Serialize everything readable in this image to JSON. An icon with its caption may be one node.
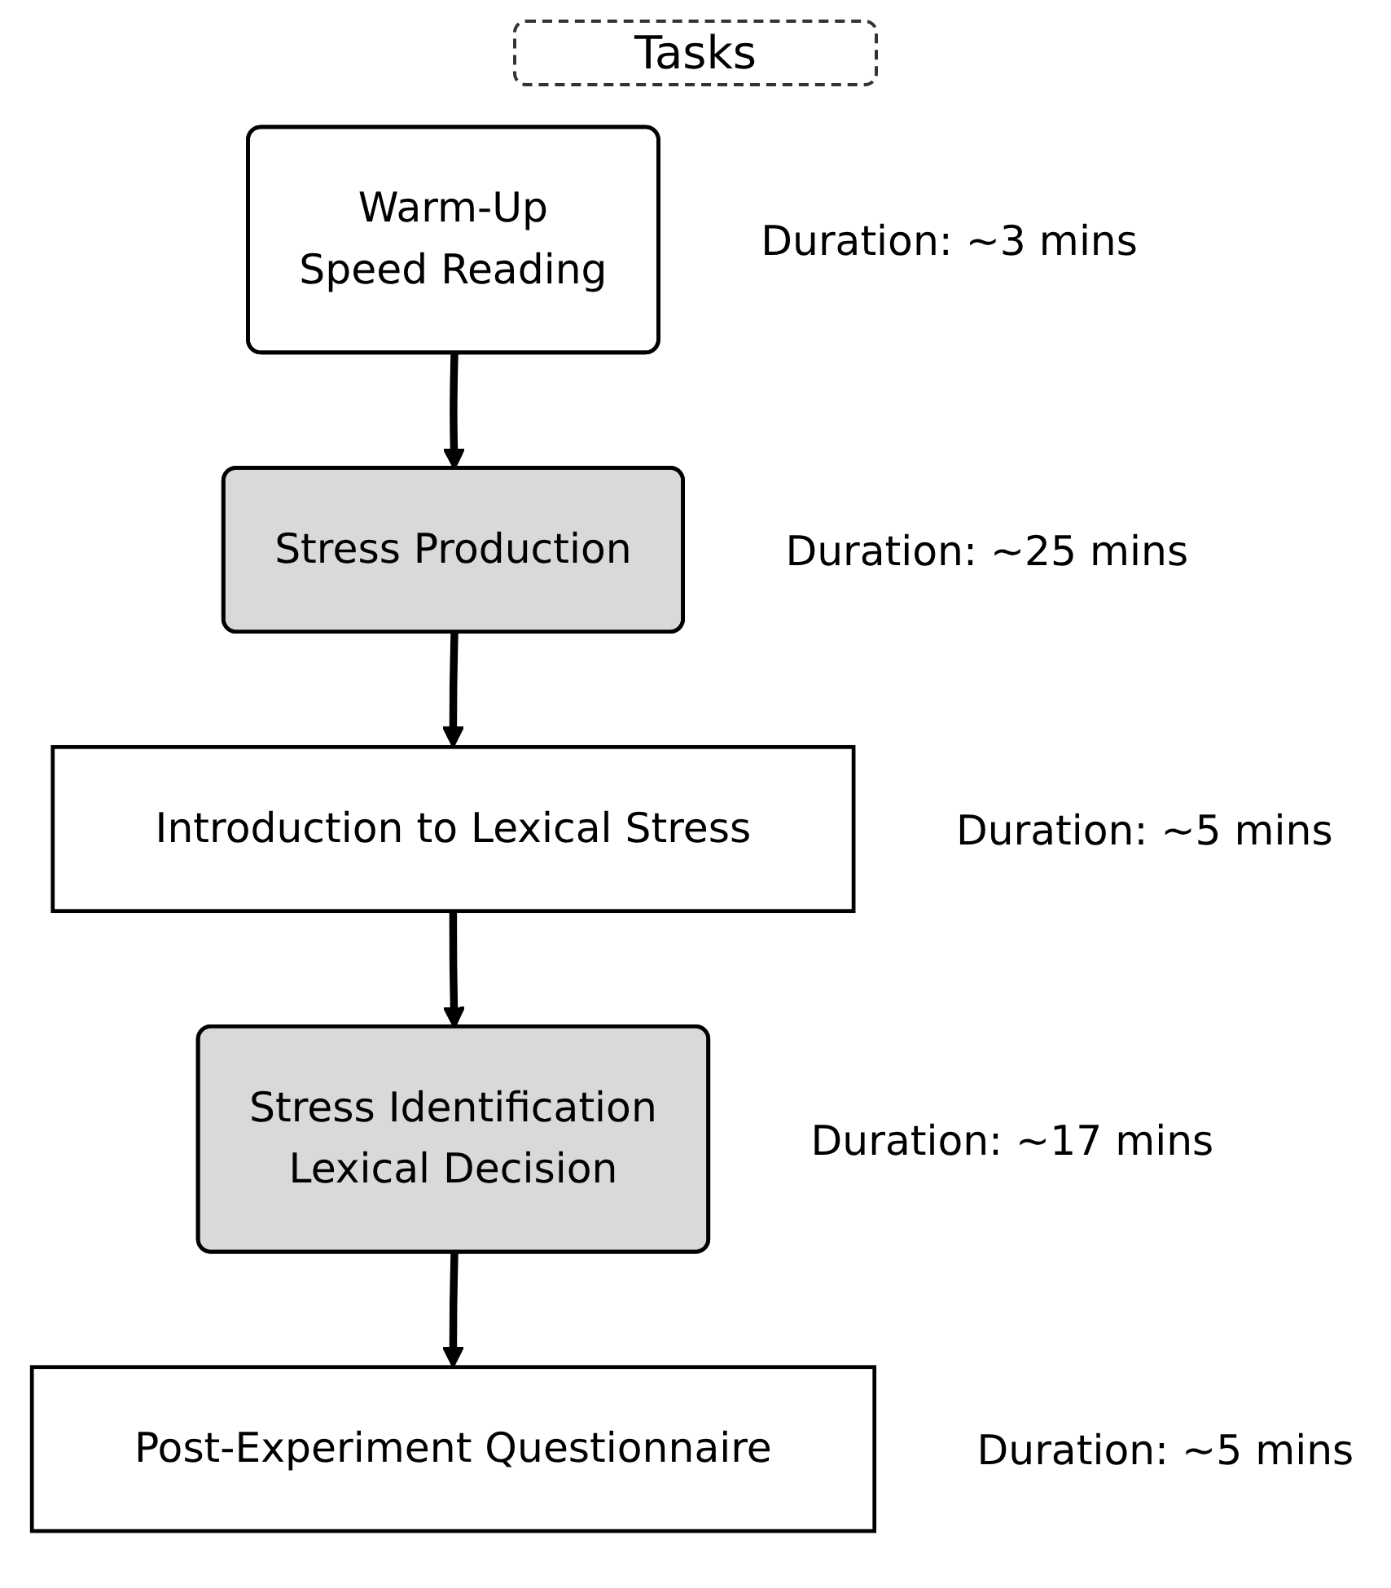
{
  "diagram": {
    "title": "Tasks",
    "nodes": [
      {
        "text": [
          "Warm-Up",
          "Speed Reading"
        ],
        "beside": [
          "Duration: ~3 mins"
        ]
      },
      {
        "text": [
          "Stress Production"
        ],
        "beside": [
          "Duration: ~25 mins"
        ]
      },
      {
        "text": [
          "Introduction to Lexical Stress"
        ],
        "beside": [
          "Duration: ~5 mins"
        ]
      },
      {
        "text": [
          "Stress Identification",
          "Lexical Decision"
        ],
        "beside": [
          "Duration: ~17 mins"
        ]
      },
      {
        "text": [
          "Post-Experiment Questionnaire"
        ],
        "beside": [
          "Duration: ~5 mins"
        ]
      }
    ],
    "edges": [
      {
        "from": 0,
        "to": 1,
        "arrow": "to"
      },
      {
        "from": 1,
        "to": 2,
        "arrow": "to"
      },
      {
        "from": 2,
        "to": 3,
        "arrow": "to"
      },
      {
        "from": 3,
        "to": 4,
        "arrow": "to"
      }
    ]
  }
}
